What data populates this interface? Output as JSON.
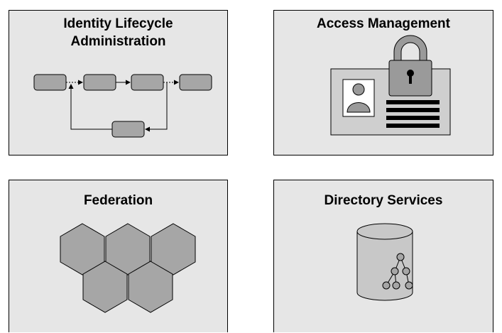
{
  "panels": {
    "identity_lifecycle": {
      "title_line1": "Identity Lifecycle",
      "title_line2": "Administration"
    },
    "access_management": {
      "title": "Access Management"
    },
    "federation": {
      "title": "Federation"
    },
    "directory_services": {
      "title": "Directory Services"
    }
  },
  "colors": {
    "panel_background": "#e6e6e6",
    "shape_fill": "#a6a6a6",
    "border": "#000000"
  },
  "icons": {
    "lifecycle": "process-flow-diagram",
    "access": "id-badge-with-padlock-icon",
    "federation": "hexagon-cluster-icon",
    "directory": "database-tree-icon"
  }
}
